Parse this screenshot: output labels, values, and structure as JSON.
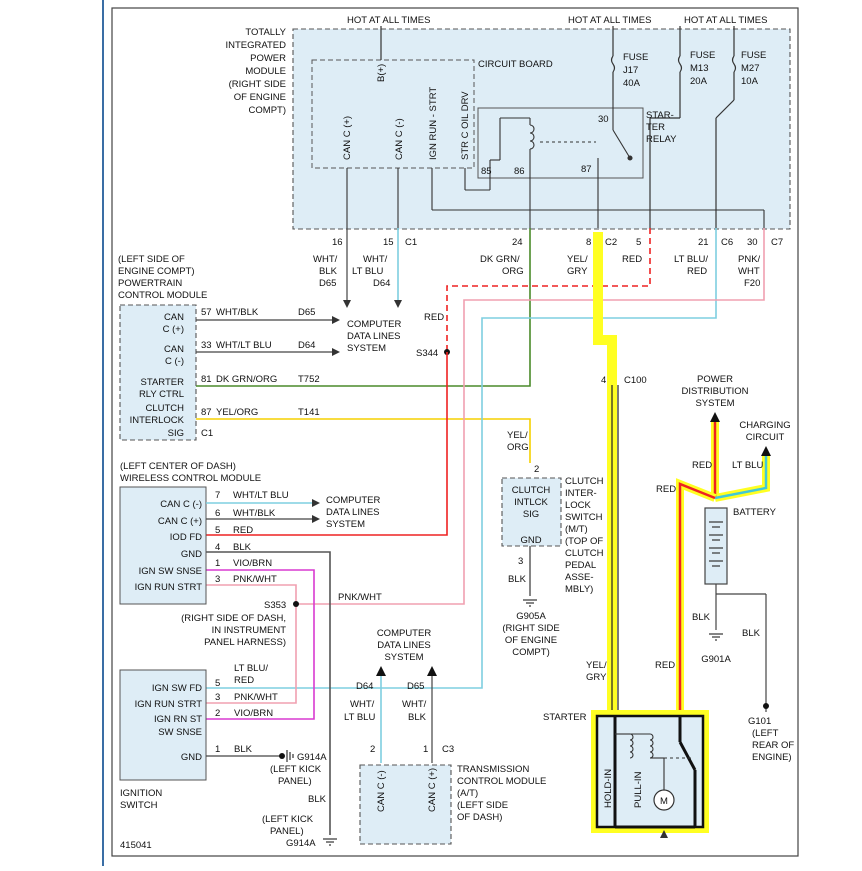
{
  "diagram_id": "415041",
  "tipm": {
    "title_lines": [
      "TOTALLY",
      "INTEGRATED",
      "POWER",
      "MODULE",
      "(RIGHT SIDE",
      "OF ENGINE",
      "COMPT)"
    ],
    "circuit_board": "CIRCUIT BOARD",
    "hot1": "HOT AT ALL TIMES",
    "hot2": "HOT AT ALL TIMES",
    "hot3": "HOT AT ALL TIMES",
    "bplus": "B(+)",
    "pins": [
      "CAN C (+)",
      "CAN C (-)",
      "IGN RUN - STRT",
      "STR C OIL DRV"
    ],
    "fuse_j17": [
      "FUSE",
      "J17",
      "40A"
    ],
    "fuse_m13": [
      "FUSE",
      "M13",
      "20A"
    ],
    "fuse_m27": [
      "FUSE",
      "M27",
      "10A"
    ],
    "relay_label": [
      "STAR-",
      "TER",
      "RELAY"
    ],
    "relay_pins": [
      "30",
      "85",
      "86",
      "87"
    ]
  },
  "tipm_out": {
    "p16": "16",
    "p15": "15",
    "c1": "C1",
    "p24": "24",
    "p8": "8",
    "c2": "C2",
    "p5": "5",
    "p21": "21",
    "c6": "C6",
    "p30": "30",
    "c7": "C7",
    "w16": [
      "WHT/",
      "BLK",
      "D65"
    ],
    "w15": [
      "WHT/",
      "LT BLU",
      "D64"
    ],
    "w24": [
      "DK GRN/",
      "ORG"
    ],
    "w8": [
      "YEL/",
      "GRY"
    ],
    "w5": "RED",
    "w21": [
      "LT BLU/",
      "RED"
    ],
    "w30": [
      "PNK/",
      "WHT",
      "F20"
    ]
  },
  "pcm": {
    "title": [
      "(LEFT SIDE OF",
      "ENGINE COMPT)",
      "POWERTRAIN",
      "CONTROL MODULE"
    ],
    "labels": [
      "CAN",
      "C (+)",
      "CAN",
      "C (-)",
      "STARTER",
      "RLY CTRL",
      "CLUTCH",
      "INTERLOCK",
      "SIG"
    ],
    "connector": "C1",
    "rows": [
      {
        "pin": "57",
        "wire": "WHT/BLK",
        "circuit": "D65"
      },
      {
        "pin": "33",
        "wire": "WHT/LT BLU",
        "circuit": "D64"
      },
      {
        "pin": "81",
        "wire": "DK GRN/ORG",
        "circuit": "T752"
      },
      {
        "pin": "87",
        "wire": "YEL/ORG",
        "circuit": "T141"
      }
    ]
  },
  "cdls1": [
    "COMPUTER",
    "DATA LINES",
    "SYSTEM"
  ],
  "s344": "S344",
  "red_label": "RED",
  "wcm": {
    "title": [
      "(LEFT CENTER OF DASH)",
      "WIRELESS CONTROL MODULE"
    ],
    "labels": [
      "CAN C (-)",
      "CAN C (+)",
      "IOD FD",
      "GND",
      "IGN SW SNSE",
      "IGN RUN STRT"
    ],
    "rows": [
      {
        "pin": "7",
        "wire": "WHT/LT BLU"
      },
      {
        "pin": "6",
        "wire": "WHT/BLK"
      },
      {
        "pin": "5",
        "wire": "RED"
      },
      {
        "pin": "4",
        "wire": "BLK"
      },
      {
        "pin": "1",
        "wire": "VIO/BRN"
      },
      {
        "pin": "3",
        "wire": "PNK/WHT"
      }
    ]
  },
  "cdls2": [
    "COMPUTER",
    "DATA LINES",
    "SYSTEM"
  ],
  "s353": {
    "id": "S353",
    "desc": [
      "(RIGHT SIDE OF DASH,",
      "IN INSTRUMENT",
      "PANEL HARNESS)"
    ]
  },
  "pnk_wht": "PNK/WHT",
  "clutch": {
    "wire_in": [
      "YEL/",
      "ORG"
    ],
    "pin_top": "2",
    "box": [
      "CLUTCH",
      "INTLCK",
      "SIG"
    ],
    "gnd": "GND",
    "pin_bot": "3",
    "wire_out": "BLK",
    "desc": [
      "CLUTCH",
      "INTER-",
      "LOCK",
      "SWITCH",
      "(M/T)",
      "(TOP OF",
      "CLUTCH",
      "PEDAL",
      "ASSE-",
      "MBLY)"
    ],
    "ground": "G905A",
    "ground_desc": [
      "(RIGHT SIDE",
      "OF ENGINE",
      "COMPT)"
    ]
  },
  "c100": {
    "pin": "4",
    "id": "C100"
  },
  "pds": [
    "POWER",
    "DISTRIBUTION",
    "SYSTEM"
  ],
  "charging": [
    "CHARGING",
    "CIRCUIT"
  ],
  "battery": {
    "label": "BATTERY",
    "red1": "RED",
    "ltblu": "LT BLU",
    "red2": "RED",
    "blk1": "BLK",
    "blk2": "BLK",
    "g901a": "G901A",
    "g101": "G101",
    "g101_desc": [
      "(LEFT",
      "REAR OF",
      "ENGINE)"
    ]
  },
  "ign": {
    "labels": [
      "IGN SW FD",
      "IGN RUN STRT",
      "IGN RN ST",
      "SW SNSE",
      "GND"
    ],
    "rows": [
      {
        "pin": "5",
        "wire": "LT BLU/",
        "wire2": "RED"
      },
      {
        "pin": "3",
        "wire": "PNK/WHT"
      },
      {
        "pin": "2",
        "wire": "VIO/BRN"
      },
      {
        "pin": "1",
        "wire": "BLK"
      }
    ],
    "title": [
      "IGNITION",
      "SWITCH"
    ],
    "g914a": "G914A",
    "g914a_desc": [
      "(LEFT KICK",
      "PANEL)"
    ]
  },
  "cdls3": [
    "COMPUTER",
    "DATA LINES",
    "SYSTEM"
  ],
  "tcm": {
    "d64": "D64",
    "d65": "D65",
    "w_left": [
      "WHT/",
      "LT BLU"
    ],
    "w_right": [
      "WHT/",
      "BLK"
    ],
    "pins": [
      "2",
      "1"
    ],
    "connector": "C3",
    "inner": [
      "CAN C (-)",
      "CAN C (+)"
    ],
    "title": [
      "TRANSMISSION",
      "CONTROL MODULE",
      "(A/T)",
      "(LEFT SIDE",
      "OF DASH)"
    ]
  },
  "lower_ground": {
    "blk": "BLK",
    "desc": [
      "(LEFT KICK",
      "PANEL)"
    ],
    "id": "G914A"
  },
  "starter": {
    "label": "STARTER",
    "wire": [
      "YEL/",
      "GRY"
    ],
    "red": "RED",
    "hold": "HOLD-IN",
    "pull": "PULL-IN",
    "motor": "M"
  }
}
